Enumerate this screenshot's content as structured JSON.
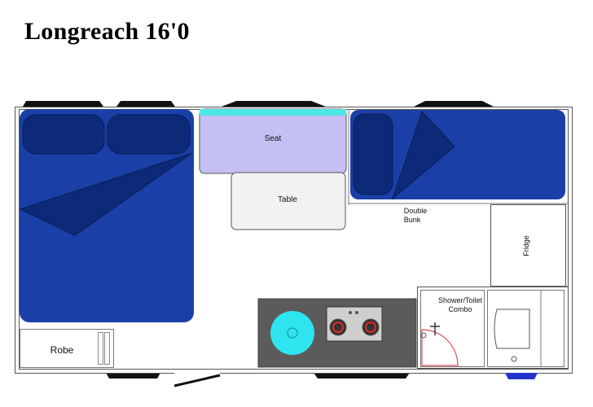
{
  "title": "Longreach 16'0",
  "rooms": {
    "seat": "Seat",
    "table": "Table",
    "double_bunk_line1": "Double",
    "double_bunk_line2": "Bunk",
    "fridge": "Fridge",
    "shower_line1": "Shower/Toilet",
    "shower_line2": "Combo",
    "robe": "Robe"
  },
  "colors": {
    "bed_blue": "#1a3fa6",
    "pillow_blue": "#0d2a78",
    "seat_lavender": "#c4c0f4",
    "cyan_backrest": "#4fe5e5",
    "bench_grey": "#5b5b5b",
    "sink_cyan": "#2ee4ee",
    "stove_red": "#e02a2a",
    "shower_red": "#e05050",
    "window_black": "#111111",
    "step_blue": "#2233cc"
  }
}
